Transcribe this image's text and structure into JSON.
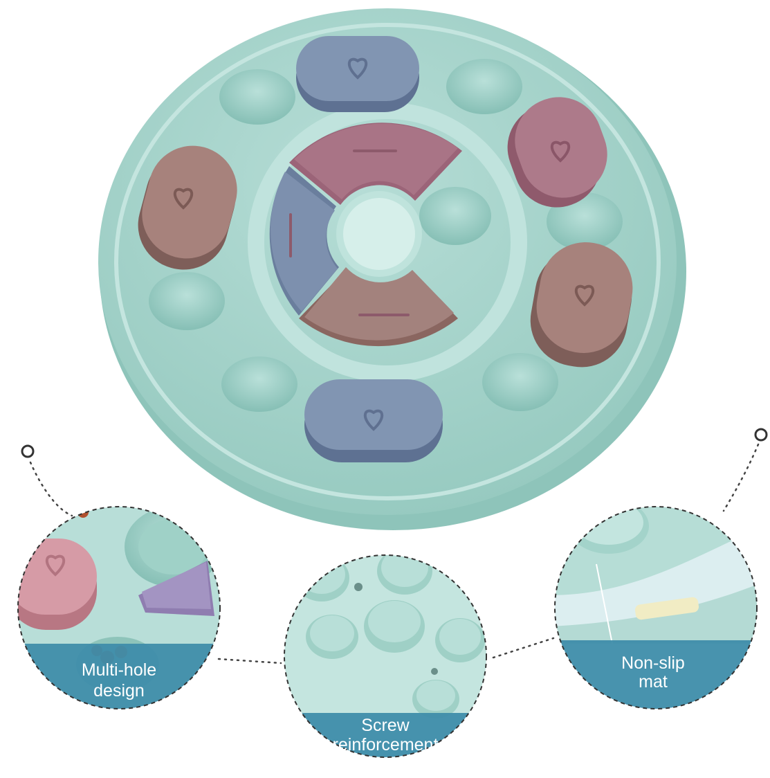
{
  "product": {
    "kind": "dog puzzle feeder",
    "colors": {
      "body": "#a9d6cf",
      "body_dark": "#8cc3ba",
      "rim": "#c5e6e0",
      "pink": "#a56f80",
      "pink_top": "#b98291",
      "blue": "#6f84a3",
      "blue_top": "#8396b3",
      "brown": "#946f6b",
      "brown_top": "#aa8580",
      "lavender": "#8f7db0",
      "caption_band": "#3f8daa"
    }
  },
  "features": [
    {
      "line1": "Multi-hole",
      "line2": "design"
    },
    {
      "line1": "Screw",
      "line2": "reinforcement"
    },
    {
      "line1": "Non-slip",
      "line2": "mat"
    }
  ]
}
